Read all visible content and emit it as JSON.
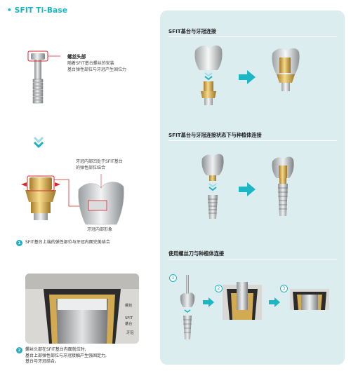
{
  "title": "• SFIT Ti-Base",
  "screw_head": {
    "title": "螺丝头部",
    "desc1": "随着SFIT基台螺丝的安装",
    "desc2": "基台弹性部位与牙冠产生固位力"
  },
  "crown_note": {
    "line1": "牙冠内部凹处于SFIT基台",
    "line2": "的弹性部位结合",
    "inner_label": "牙冠内部形象"
  },
  "step1": {
    "num": "1",
    "text": "SFIT基台上端的弹性部位与牙冠内面完美结合"
  },
  "photo_labels": {
    "screw": "螺丝",
    "sfit_line1": "SFIT",
    "sfit_line2": "基台",
    "crown": "牙冠"
  },
  "step2": {
    "num": "2",
    "line1": "螺丝头部在SFIT基台内面就位时,",
    "line2": "基台上部弹性部位与牙冠接触产生强固定力,",
    "line3": "基台与牙冠结合。"
  },
  "panel": {
    "section1": "SFIT基台与牙冠连接",
    "section2": "SFIT基台与牙冠连接状态下与种植体连接",
    "section3": "使用螺丝刀与种植体连接",
    "step_nums": [
      "1",
      "2",
      "3"
    ]
  },
  "colors": {
    "accent": "#1fb0c3",
    "arrow": "#1db6c5",
    "panel_bg": "#dcedf0",
    "gold": "#d9b25a",
    "silver": "#c9cccd",
    "red": "#d8262d"
  }
}
